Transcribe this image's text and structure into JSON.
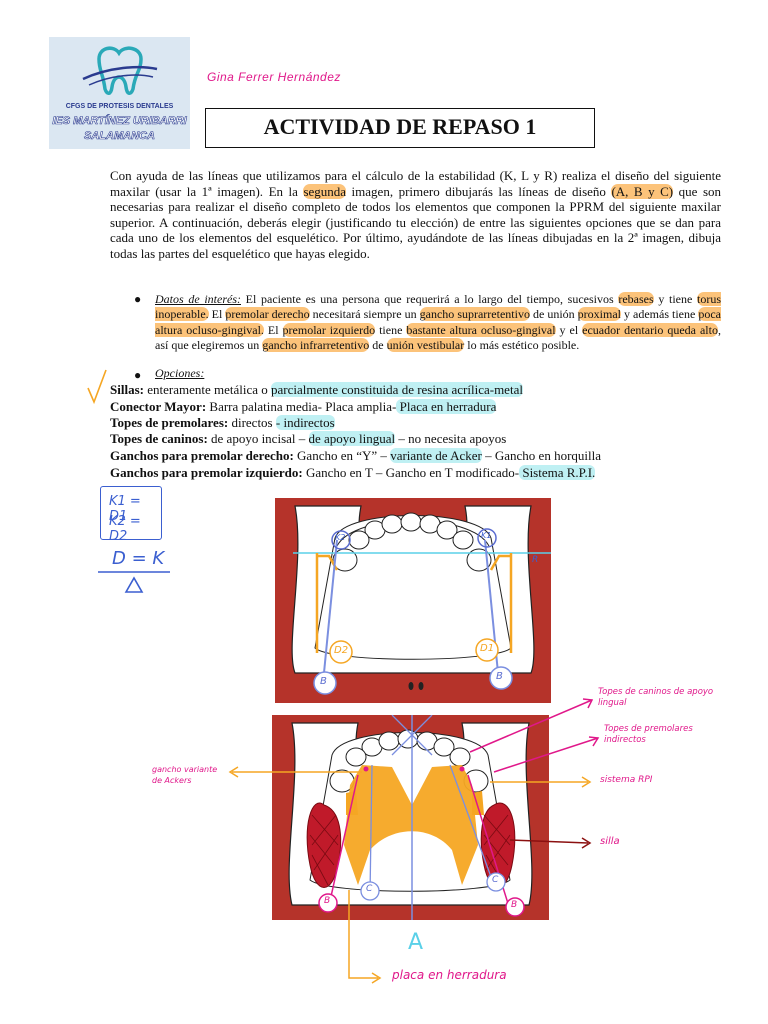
{
  "header": {
    "school_line1": "CFGS DE PROTESIS DENTALES",
    "school_line2": "IES MARTÍNEZ URIBARRI",
    "school_line3": "SALAMANCA",
    "author": "Gina Ferrer Hernández",
    "title": "ACTIVIDAD DE REPASO 1"
  },
  "intro": {
    "part1": "Con ayuda de las líneas que utilizamos para el cálculo de la estabilidad (K, L y R) realiza el diseño del siguiente maxilar (usar la 1ª imagen).  En la ",
    "hl1": "segunda",
    "part2": " imagen, primero dibujarás las líneas de diseño ",
    "hl2": "(A, B y C)",
    "part3": " que son necesarias para realizar el diseño completo de todos los elementos que componen la PPRM del siguiente maxilar superior. A continuación, deberás elegir (justificando tu elección) de entre las siguientes opciones que se dan para cada uno de los elementos del esquelético. Por último, ayudándote de las líneas dibujadas en la 2ª imagen, dibuja todas las partes del esquelético que hayas elegido."
  },
  "datos": {
    "label": "Datos de interés:",
    "t1": " El paciente es una persona que requerirá a lo largo del tiempo, sucesivos ",
    "h1": "rebases",
    "t2": " y tiene ",
    "h2": "torus inoperable.",
    "t3": " El ",
    "h3": "premolar derecho",
    "t4": " necesitará siempre un ",
    "h4": "gancho suprarretentivo",
    "t5": " de unión ",
    "h5": "proximal",
    "t6": " y además tiene ",
    "h6": "poca altura ocluso-gingival.",
    "t7": " El ",
    "h7": "premolar izquierdo",
    "t8": " tiene ",
    "h8": "bastante altura ocluso-gingival",
    "t9": " y el ",
    "h9": "ecuador dentario queda alto",
    "t10": ", así que elegiremos un ",
    "h10": "gancho infrarretentivo",
    "t11": " de ",
    "h11": "unión vestibular",
    "t12": " lo más estético posible."
  },
  "opciones_label": "Opciones:",
  "options": [
    {
      "label": "Sillas:",
      "text": " enteramente metálica o ",
      "chosen": "parcialmente constituida de resina acrílica-metal",
      "after": ""
    },
    {
      "label": "Conector Mayor:",
      "text": " Barra palatina media- Placa amplia-",
      "chosen": " Placa en herradura",
      "after": ""
    },
    {
      "label": "Topes de premolares:",
      "text": " directos ",
      "chosen": "- indirectos",
      "after": ""
    },
    {
      "label": "Topes de caninos:",
      "text": " de apoyo incisal – ",
      "chosen": "de apoyo lingual",
      "after": " – no necesita apoyos"
    },
    {
      "label": "Ganchos para premolar derecho:",
      "text": " Gancho en “Y” – ",
      "chosen": "variante de Acker",
      "after": " – Gancho en horquilla"
    },
    {
      "label": "Ganchos para premolar izquierdo:",
      "text": " Gancho en T – Gancho en T modificado-",
      "chosen": " Sistema R.P.I.",
      "after": ""
    }
  ],
  "formulas": {
    "k1": "K1 = D1",
    "k2": "K2 = D2",
    "d": "D = K"
  },
  "image1_labels": {
    "k2": "K2",
    "k1": "K1",
    "r": "R",
    "d2": "D2",
    "d1": "D1",
    "b_left": "B",
    "b_right": "B"
  },
  "image2_labels": {
    "topes_caninos": "Topes de caninos de apoyo lingual",
    "topes_premolares": "Topes de premolares indirectos",
    "gancho_acker": "gancho variante de Ackers",
    "sistema_rpi": "sistema RPI",
    "silla": "silla",
    "a": "A",
    "c_left": "C",
    "c_right": "C",
    "b_left": "B",
    "b_right": "B",
    "placa": "placa en herradura"
  },
  "colors": {
    "highlight_orange": "#fcc37a",
    "highlight_cyan": "#bff0f3",
    "pink": "#e0188a",
    "orange": "#f5a623",
    "blue": "#7b8fe0",
    "red_panel": "#b5332a",
    "dark_red": "#8b1010"
  }
}
